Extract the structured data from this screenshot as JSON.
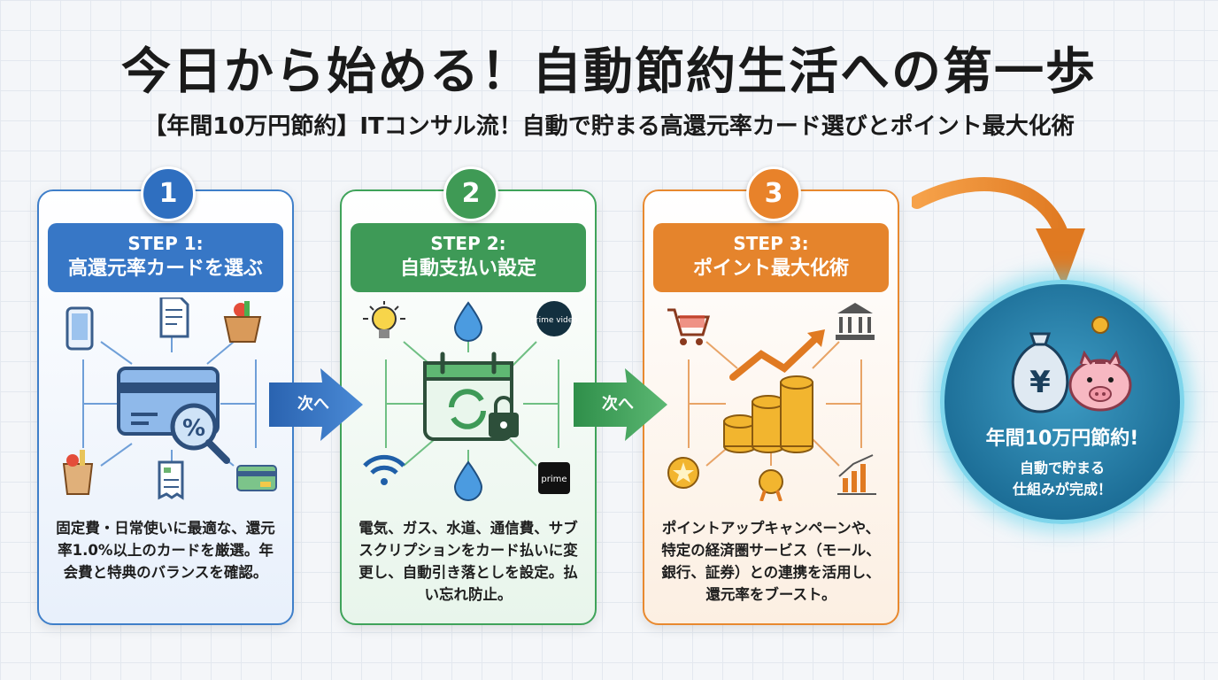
{
  "title": "今日から始める！自動節約生活への第一歩",
  "subtitle": "【年間10万円節約】ITコンサル流！自動で貯まる高還元率カード選びとポイント最大化術",
  "steps": [
    {
      "number": "1",
      "label": "STEP 1:",
      "name": "高還元率カードを選ぶ",
      "description": "固定費・日常使いに最適な、還元率1.0%以上のカードを厳選。年会費と特典のバランスを確認。",
      "icons": [
        "smartphone-icon",
        "receipt-icon",
        "grocery-basket-icon",
        "credit-card-magnifier-icon",
        "grocery-bag-icon",
        "bill-icon",
        "card-icon"
      ],
      "color": "#3777c6"
    },
    {
      "number": "2",
      "label": "STEP 2:",
      "name": "自動支払い設定",
      "description": "電気、ガス、水道、通信費、サブスクリプションをカード払いに変更し、自動引き落としを設定。払い忘れ防止。",
      "icons": [
        "lightbulb-icon",
        "water-drop-icon",
        "prime-video-icon",
        "calendar-sync-lock-icon",
        "wifi-icon",
        "prime-icon"
      ],
      "prime_video_text": "prime video",
      "prime_text": "prime",
      "color": "#3e9a57"
    },
    {
      "number": "3",
      "label": "STEP 3:",
      "name": "ポイント最大化術",
      "description": "ポイントアップキャンペーンや、特定の経済圏サービス（モール、銀行、証券）との連携を活用し、還元率をブースト。",
      "icons": [
        "shopping-cart-icon",
        "bank-icon",
        "coins-growth-icon",
        "star-coin-icon",
        "award-medal-icon",
        "bar-chart-up-icon"
      ],
      "color": "#e5842c"
    }
  ],
  "arrows": [
    "次へ",
    "次へ"
  ],
  "goal": {
    "title": "年間10万円節約!",
    "line1": "自動で貯まる",
    "line2": "仕組みが完成！",
    "money_bag_symbol": "¥"
  }
}
